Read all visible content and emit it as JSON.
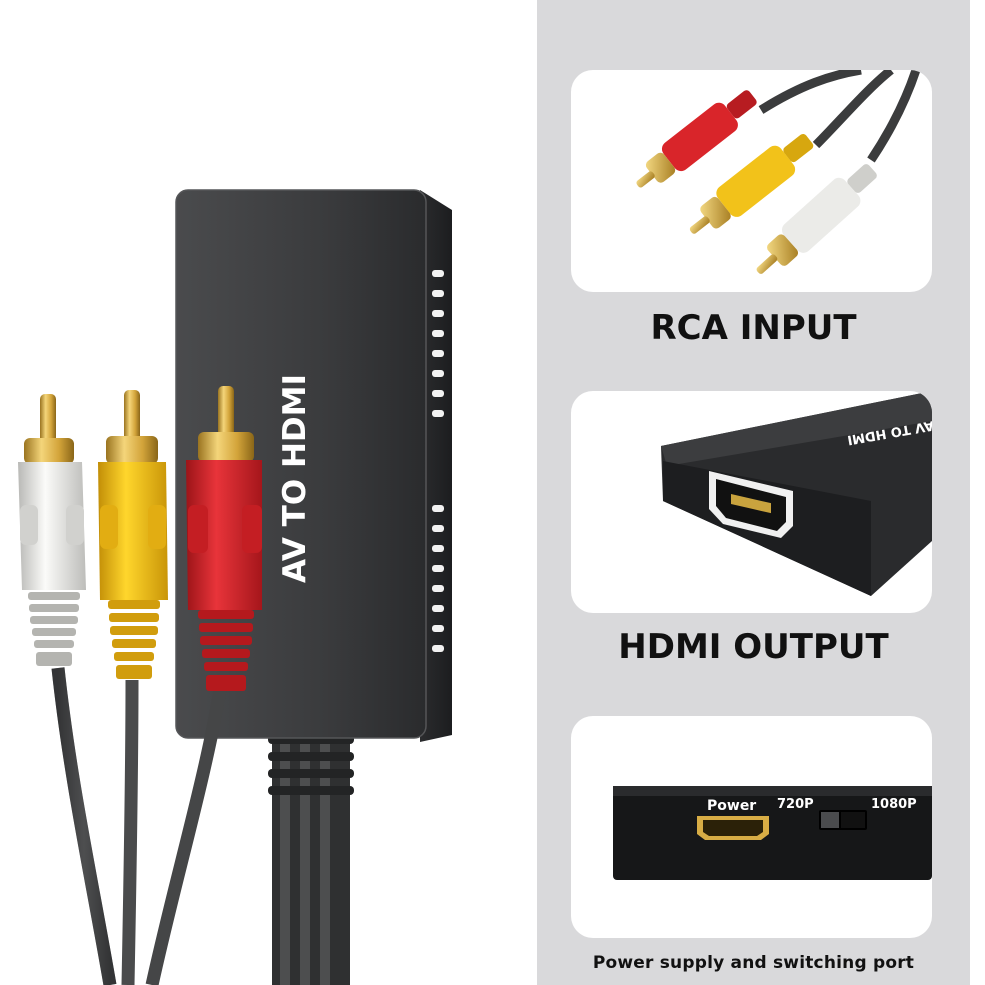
{
  "device": {
    "label": "AV TO HDMI"
  },
  "features": [
    {
      "caption": "RCA INPUT"
    },
    {
      "caption": "HDMI OUTPUT"
    },
    {
      "caption": "Power supply and switching port"
    }
  ],
  "hdmi_closeup": {
    "label": "AV TO HDMI"
  },
  "ports": {
    "power_label": "Power",
    "mode_720_label": "720P",
    "mode_1080_label": "1080P"
  },
  "colors": {
    "panel_bg": "#d9d9db",
    "device_body": "#3c3d3f",
    "plug_red": "#d9252a",
    "plug_yellow": "#f2c21a",
    "plug_white": "#e8e8e6",
    "gold_pin": "#d7a93a"
  }
}
